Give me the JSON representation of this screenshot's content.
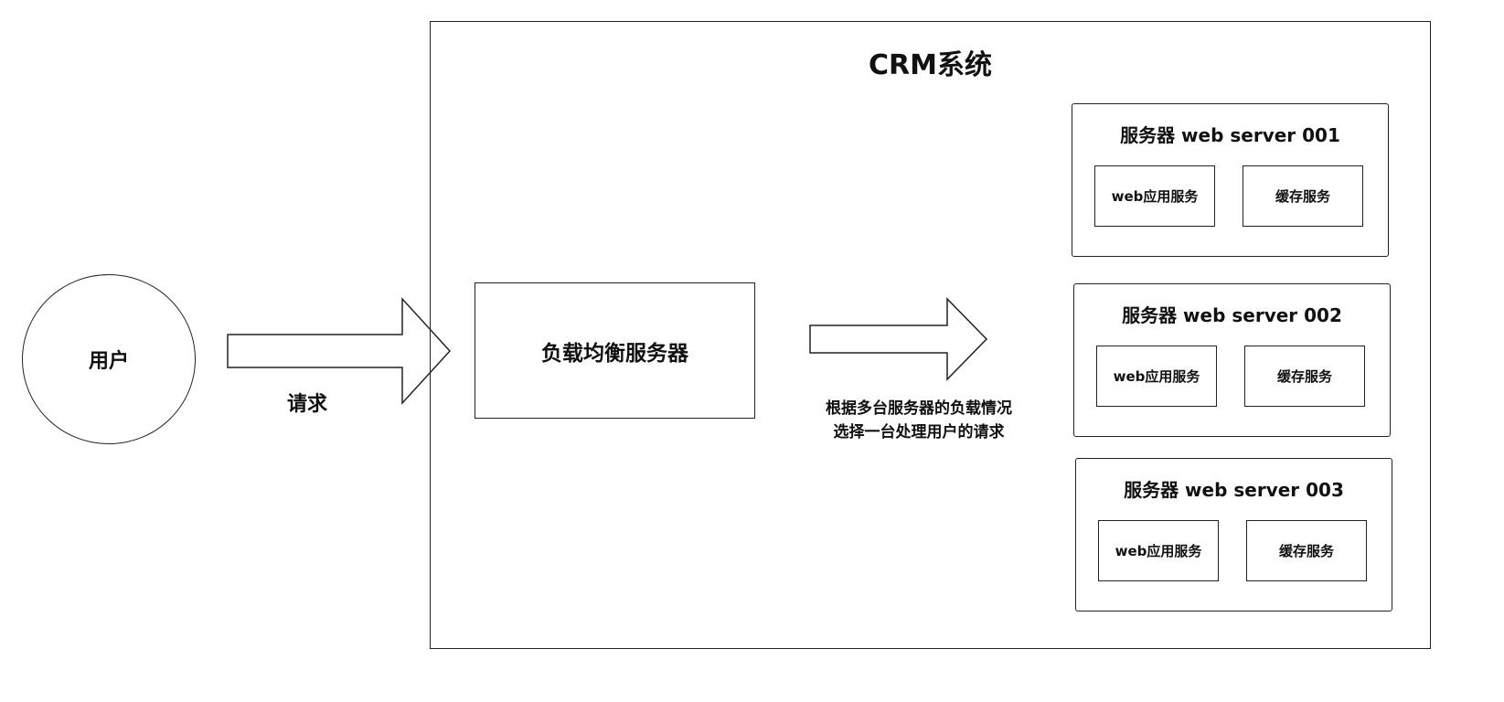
{
  "user": {
    "label": "用户"
  },
  "request": {
    "label": "请求"
  },
  "crm": {
    "title": "CRM系统"
  },
  "load_balancer": {
    "label": "负载均衡服务器"
  },
  "balance_description": {
    "line1": "根据多台服务器的负载情况",
    "line2": "选择一台处理用户的请求"
  },
  "servers": [
    {
      "title": "服务器 web server 001",
      "services": [
        "web应用服务",
        "缓存服务"
      ]
    },
    {
      "title": "服务器 web server 002",
      "services": [
        "web应用服务",
        "缓存服务"
      ]
    },
    {
      "title": "服务器 web server 003",
      "services": [
        "web应用服务",
        "缓存服务"
      ]
    }
  ]
}
